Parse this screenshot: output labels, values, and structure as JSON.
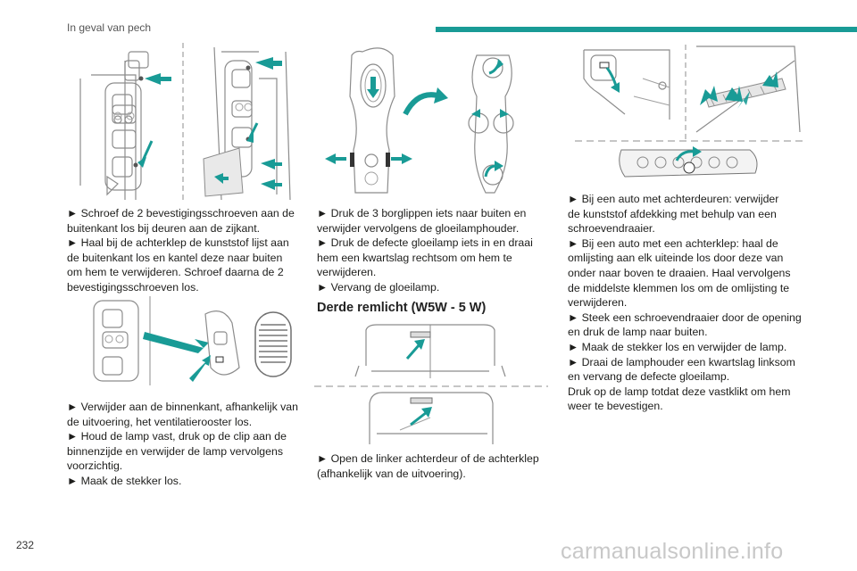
{
  "header": {
    "section_title": "In geval van pech"
  },
  "footer": {
    "page_number": "232",
    "watermark": "carmanualsonline.info"
  },
  "column1": {
    "block1": [
      "► Schroef de 2 bevestigingsschroeven aan de",
      "buitenkant los bij deuren aan de zijkant.",
      "► Haal bij de achterklep de kunststof lijst aan",
      "de buitenkant los en kantel deze naar buiten",
      "om hem te verwijderen. Schroef daarna de 2",
      "bevestigingsschroeven los."
    ],
    "block2": [
      "► Verwijder aan de binnenkant, afhankelijk van",
      "de uitvoering, het ventilatierooster los.",
      "► Houd de lamp vast, druk op de clip aan de",
      "binnenzijde en verwijder de lamp vervolgens",
      "voorzichtig.",
      "► Maak de stekker los."
    ]
  },
  "column2": {
    "block1": [
      "► Druk de 3 borglippen iets naar buiten en",
      "verwijder vervolgens de gloeilamphouder.",
      "► Druk de defecte gloeilamp iets in en draai",
      "hem een kwartslag rechtsom om hem te",
      "verwijderen.",
      "► Vervang de gloeilamp."
    ],
    "heading": "Derde remlicht (W5W - 5 W)",
    "block2": [
      "► Open de linker achterdeur of de achterklep",
      "(afhankelijk van de uitvoering)."
    ]
  },
  "column3": {
    "block1": [
      "► Bij een auto met achterdeuren: verwijder",
      "de kunststof afdekking met behulp van een",
      "schroevendraaier.",
      "► Bij een auto met een achterklep: haal de",
      "omlijsting aan elk uiteinde los door deze van",
      "onder naar boven te draaien. Haal vervolgens",
      "de middelste klemmen los om de omlijsting te",
      "verwijderen.",
      "► Steek een schroevendraaier door de opening",
      "en druk de lamp naar buiten.",
      "► Maak de stekker los en verwijder de lamp.",
      "► Draai de lamphouder een kwartslag linksom",
      "en vervang de defecte gloeilamp.",
      "Druk op de lamp totdat deze vastklikt om hem",
      "weer te bevestigen."
    ]
  },
  "colors": {
    "accent": "#199b96",
    "line_art": "#8c8c8c"
  }
}
